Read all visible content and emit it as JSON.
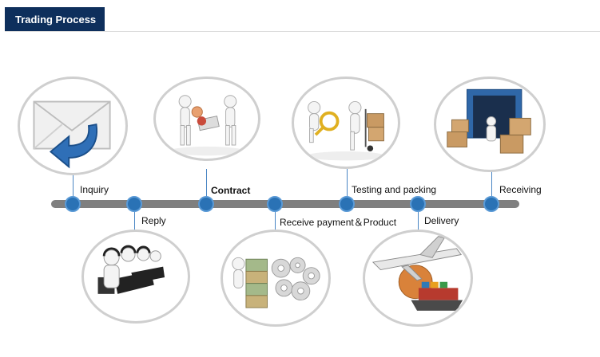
{
  "header": {
    "title": "Trading Process"
  },
  "steps": [
    {
      "id": "inquiry",
      "label": "Inquiry",
      "icon": "envelope-arrow-icon"
    },
    {
      "id": "reply",
      "label": "Reply",
      "icon": "call-center-icon"
    },
    {
      "id": "contract",
      "label": "Contract",
      "icon": "contract-signing-icon"
    },
    {
      "id": "payment",
      "label": "Receive payment＆Product",
      "icon": "money-gears-icon"
    },
    {
      "id": "testing",
      "label": "Testing and packing",
      "icon": "inspection-packing-icon"
    },
    {
      "id": "delivery",
      "label": "Delivery",
      "icon": "plane-ship-icon"
    },
    {
      "id": "receiving",
      "label": "Receiving",
      "icon": "container-boxes-icon"
    }
  ],
  "colors": {
    "header_bg": "#0e2f5c",
    "node": "#2a72b5",
    "timeline": "#7f7f7f"
  }
}
